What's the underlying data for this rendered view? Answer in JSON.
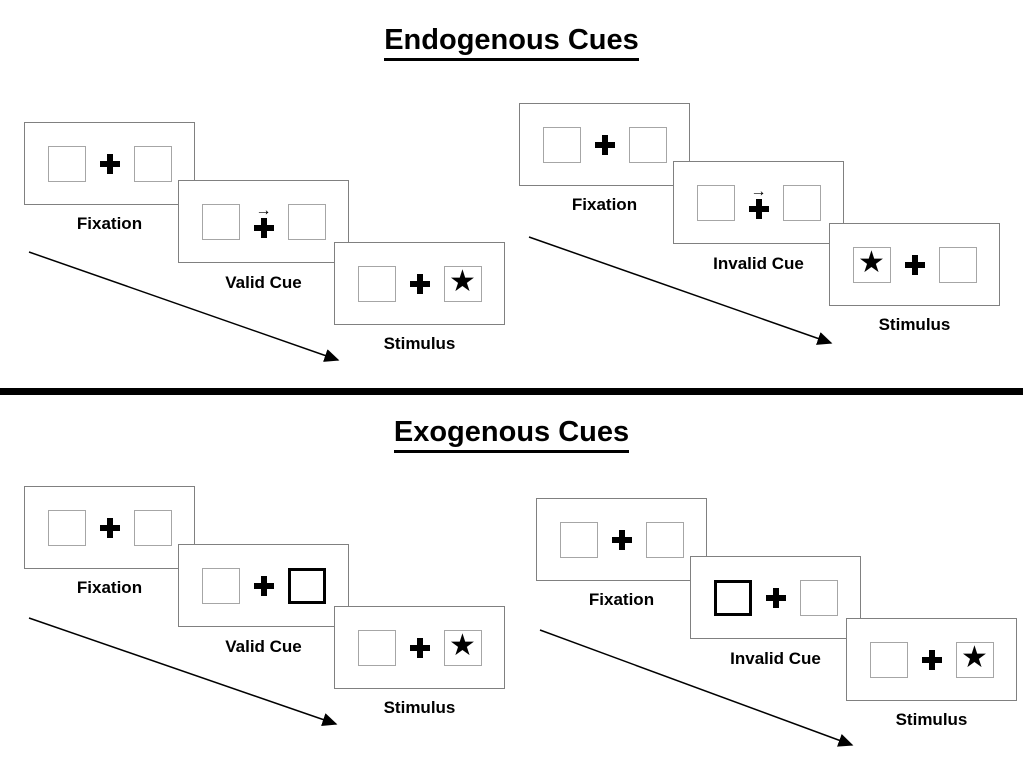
{
  "colors": {
    "page_bg": "#ffffff",
    "ink": "#000000",
    "panel_border": "#808080",
    "box_border": "#a6a6a6"
  },
  "glyphs": {
    "star": "★",
    "cue_arrow": "→"
  },
  "sections": [
    {
      "title": "Endogenous Cues",
      "sequences": [
        {
          "name": "endogenous-valid",
          "panels": [
            {
              "label": "Fixation",
              "type": "fixation"
            },
            {
              "label": "Valid Cue",
              "type": "central-arrow-cue-right"
            },
            {
              "label": "Stimulus",
              "type": "star-in-right-box"
            }
          ]
        },
        {
          "name": "endogenous-invalid",
          "panels": [
            {
              "label": "Fixation",
              "type": "fixation"
            },
            {
              "label": "Invalid Cue",
              "type": "central-arrow-cue-right"
            },
            {
              "label": "Stimulus",
              "type": "star-in-left-box"
            }
          ]
        }
      ]
    },
    {
      "title": "Exogenous Cues",
      "sequences": [
        {
          "name": "exogenous-valid",
          "panels": [
            {
              "label": "Fixation",
              "type": "fixation"
            },
            {
              "label": "Valid Cue",
              "type": "bold-right-box-cue"
            },
            {
              "label": "Stimulus",
              "type": "star-in-right-box"
            }
          ]
        },
        {
          "name": "exogenous-invalid",
          "panels": [
            {
              "label": "Fixation",
              "type": "fixation"
            },
            {
              "label": "Invalid Cue",
              "type": "bold-left-box-cue"
            },
            {
              "label": "Stimulus",
              "type": "star-in-right-box"
            }
          ]
        }
      ]
    }
  ]
}
